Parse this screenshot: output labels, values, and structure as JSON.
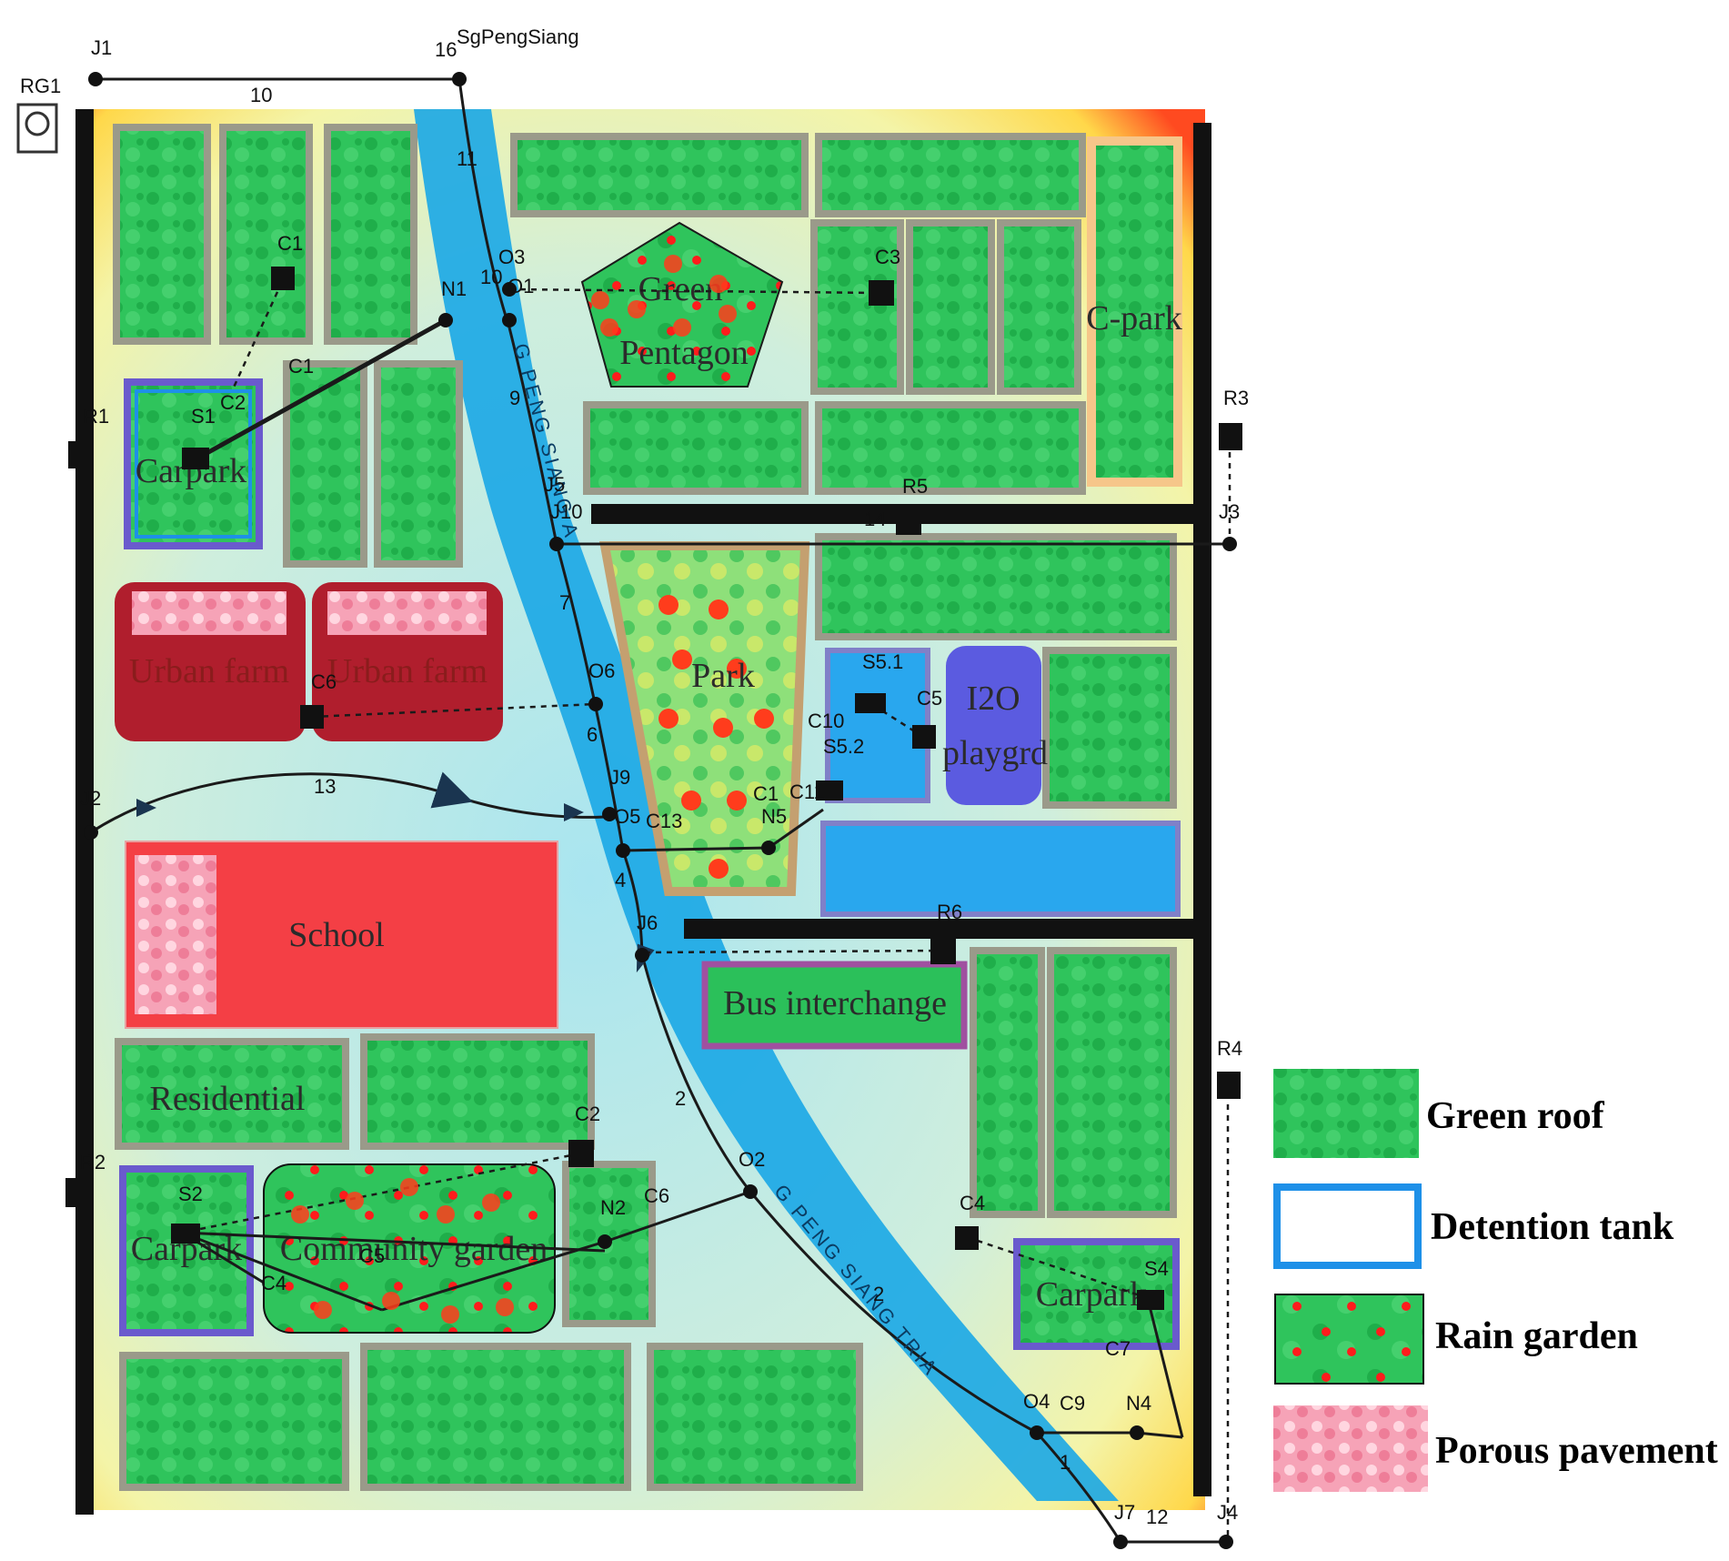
{
  "colors": {
    "green_roof": "#2fc45c",
    "green_roof_border": "#9a9a8a",
    "river": "#1aa7e6",
    "road": "#111111",
    "urban_farm": "#b01e2d",
    "school": "#f43f45",
    "porous": "#f6a3b7",
    "playground": "#5b5be0",
    "bus_interchange": "#2bc05a",
    "tank_border": "#1e90e8"
  },
  "outfall": {
    "label": "SgPengSiang"
  },
  "river": {
    "name_upper": "G PENG SIANG A",
    "name_lower": "G PENG SIANG TRIA"
  },
  "zones": {
    "green_pentagon_line1": "Green",
    "green_pentagon_line2": "Pentagon",
    "park": "Park",
    "carpark_s1": "Carpark",
    "urban_farm_1": "Urban farm",
    "urban_farm_2": "Urban farm",
    "playground_line1": "I2O",
    "playground_line2": "playgrd",
    "school": "School",
    "bus_interchange": "Bus interchange",
    "residential": "Residential",
    "carpark_s2": "Carpark",
    "community_garden": "Community garden",
    "carpark_s4": "Carpark",
    "c_park": "C-park"
  },
  "raingauge": {
    "label": "RG1"
  },
  "nodes": {
    "J1": "J1",
    "J2": "J2",
    "J3": "J3",
    "J4": "J4",
    "J5": "J5",
    "J6": "J6",
    "J7": "J7",
    "J9": "J9",
    "J10": "J10",
    "O1": "O1",
    "O2": "O2",
    "O3": "O3",
    "O4": "O4",
    "O5": "O5",
    "O6": "O6",
    "N1": "N1",
    "N2": "N2",
    "N4": "N4",
    "N5": "N5"
  },
  "catchments": {
    "C1": "C1",
    "C1b": "C1",
    "C2": "C2",
    "C2b": "C2",
    "C3": "C3",
    "C4": "C4",
    "C4b": "C4",
    "C5": "C5",
    "C5b": "C5",
    "C6": "C6",
    "C6b": "C6",
    "C7": "C7",
    "C9": "C9",
    "C10": "C10",
    "C11": "C11",
    "C12": "C1",
    "C13": "C13"
  },
  "storages": {
    "S1": "S1",
    "S2": "S2",
    "S4": "S4",
    "S5_1": "S5.1",
    "S5_2": "S5.2"
  },
  "roads": {
    "R1": "R1",
    "R2": "R2",
    "R3": "R3",
    "R4": "R4",
    "R5": "R5",
    "R6": "R6"
  },
  "conduits": {
    "c1": "1",
    "c2a": "2",
    "c2b": "2",
    "c4": "4",
    "c6": "6",
    "c7": "7",
    "c9": "9",
    "c10": "10",
    "c11": "11",
    "c12": "12",
    "c13": "13",
    "c14": "14",
    "c16": "16",
    "c10b": "10"
  },
  "legend": {
    "green_roof": "Green roof",
    "detention_tank": "Detention tank",
    "rain_garden": "Rain garden",
    "porous_pavement": "Porous pavement"
  }
}
